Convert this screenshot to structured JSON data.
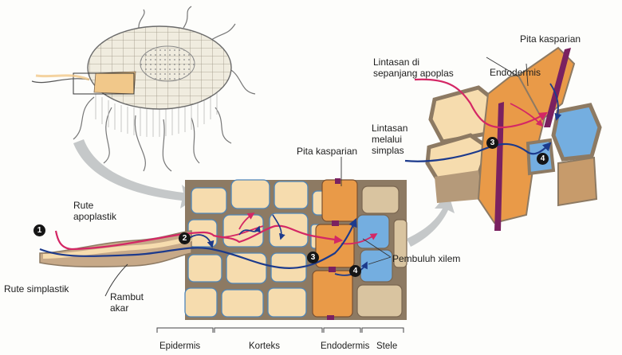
{
  "labels": {
    "rute_apoplastik": "Rute\napoplastik",
    "rute_simplastik": "Rute simplastik",
    "rambut_akar": "Rambut\nakar",
    "pita_kasparian_main": "Pita kasparian",
    "pembuluh_xilem": "Pembuluh xilem",
    "pita_kasparian_inset": "Pita kasparian",
    "endodermis_inset": "Endodermis",
    "lintasan_apoplas": "Lintasan di\nsepanjang apoplas",
    "lintasan_simplas": "Lintasan\nmelalui\nsimplas"
  },
  "regions": [
    "Epidermis",
    "Korteks",
    "Endodermis",
    "Stele"
  ],
  "markers": [
    "1",
    "2",
    "3",
    "4",
    "3",
    "4"
  ],
  "colors": {
    "cell_wall": "#8d7a63",
    "cytoplasm": "#f6dcae",
    "endodermis": "#e99a48",
    "xylem": "#74aee0",
    "casparian": "#7a2160",
    "apoplastic_path": "#d42765",
    "symplastic_path": "#1c3a8c",
    "arrow_bg": "#c5c8c9"
  },
  "icons": [
    "arrow-icon"
  ]
}
